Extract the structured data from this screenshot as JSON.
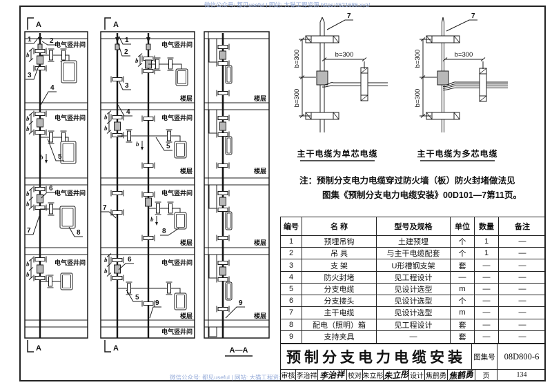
{
  "watermark": {
    "text": "微信公众号: 都见useful | 网站: 大猫工程资源 https://621686.xyz/"
  },
  "drawing": {
    "marker_a": "A",
    "section_aa": "A—A",
    "shaft_room": "电气竖井间",
    "floor": "楼层",
    "dim_b": "b",
    "callouts": {
      "c1": "1",
      "c2": "2",
      "c3": "3",
      "c4": "4",
      "c5": "5",
      "c6": "6",
      "c7": "7",
      "c8": "8",
      "c9": "9"
    }
  },
  "details": {
    "dim_b300": "b=300",
    "callout_7": "7",
    "single_core_caption": "主干电缆为单芯电缆",
    "multi_core_caption": "主干电缆为多芯电缆"
  },
  "note": {
    "line1": "注：预制分支电力电缆穿过防火墙（板）防火封堵做法见",
    "line2": "图集《预制分支电力电缆安装》00D101—7第11页。"
  },
  "table": {
    "headers": [
      "编号",
      "名  称",
      "型号及规格",
      "单位",
      "数量",
      "备注"
    ],
    "rows": [
      [
        "1",
        "预埋吊钩",
        "土建预埋",
        "个",
        "1",
        "—"
      ],
      [
        "2",
        "吊  具",
        "与主干电缆配套",
        "个",
        "1",
        "—"
      ],
      [
        "3",
        "支  架",
        "U形槽钢支架",
        "套",
        "—",
        "—"
      ],
      [
        "4",
        "防火封堵",
        "见工程设计",
        "—",
        "—",
        "—"
      ],
      [
        "5",
        "分支电缆",
        "见设计选型",
        "m",
        "—",
        "—"
      ],
      [
        "6",
        "分支接头",
        "见设计选型",
        "个",
        "—",
        "—"
      ],
      [
        "7",
        "主干电缆",
        "见设计选型",
        "m",
        "—",
        "—"
      ],
      [
        "8",
        "配电（照明）箱",
        "见工程设计",
        "套",
        "—",
        "—"
      ],
      [
        "9",
        "支持夹具",
        "—",
        "套",
        "—",
        "—"
      ]
    ]
  },
  "title_block": {
    "title": "预制分支电力电缆安装",
    "atlas_label": "图集号",
    "atlas_number": "08D800-6",
    "page_label": "页",
    "page_number": "134",
    "review_label": "审核",
    "reviewer": "李治祥",
    "reviewer_signature": "李治祥",
    "proof_label": "校对",
    "proofreader": "朱立彤",
    "proofreader_signature": "朱立彤",
    "design_label": "设计",
    "designer": "焦鹤勇",
    "designer_signature": "焦鹤勇"
  },
  "colors": {
    "line": "#1c1c1c",
    "watermark": "#94aad8",
    "joint_fill": "#b8b8b8"
  }
}
